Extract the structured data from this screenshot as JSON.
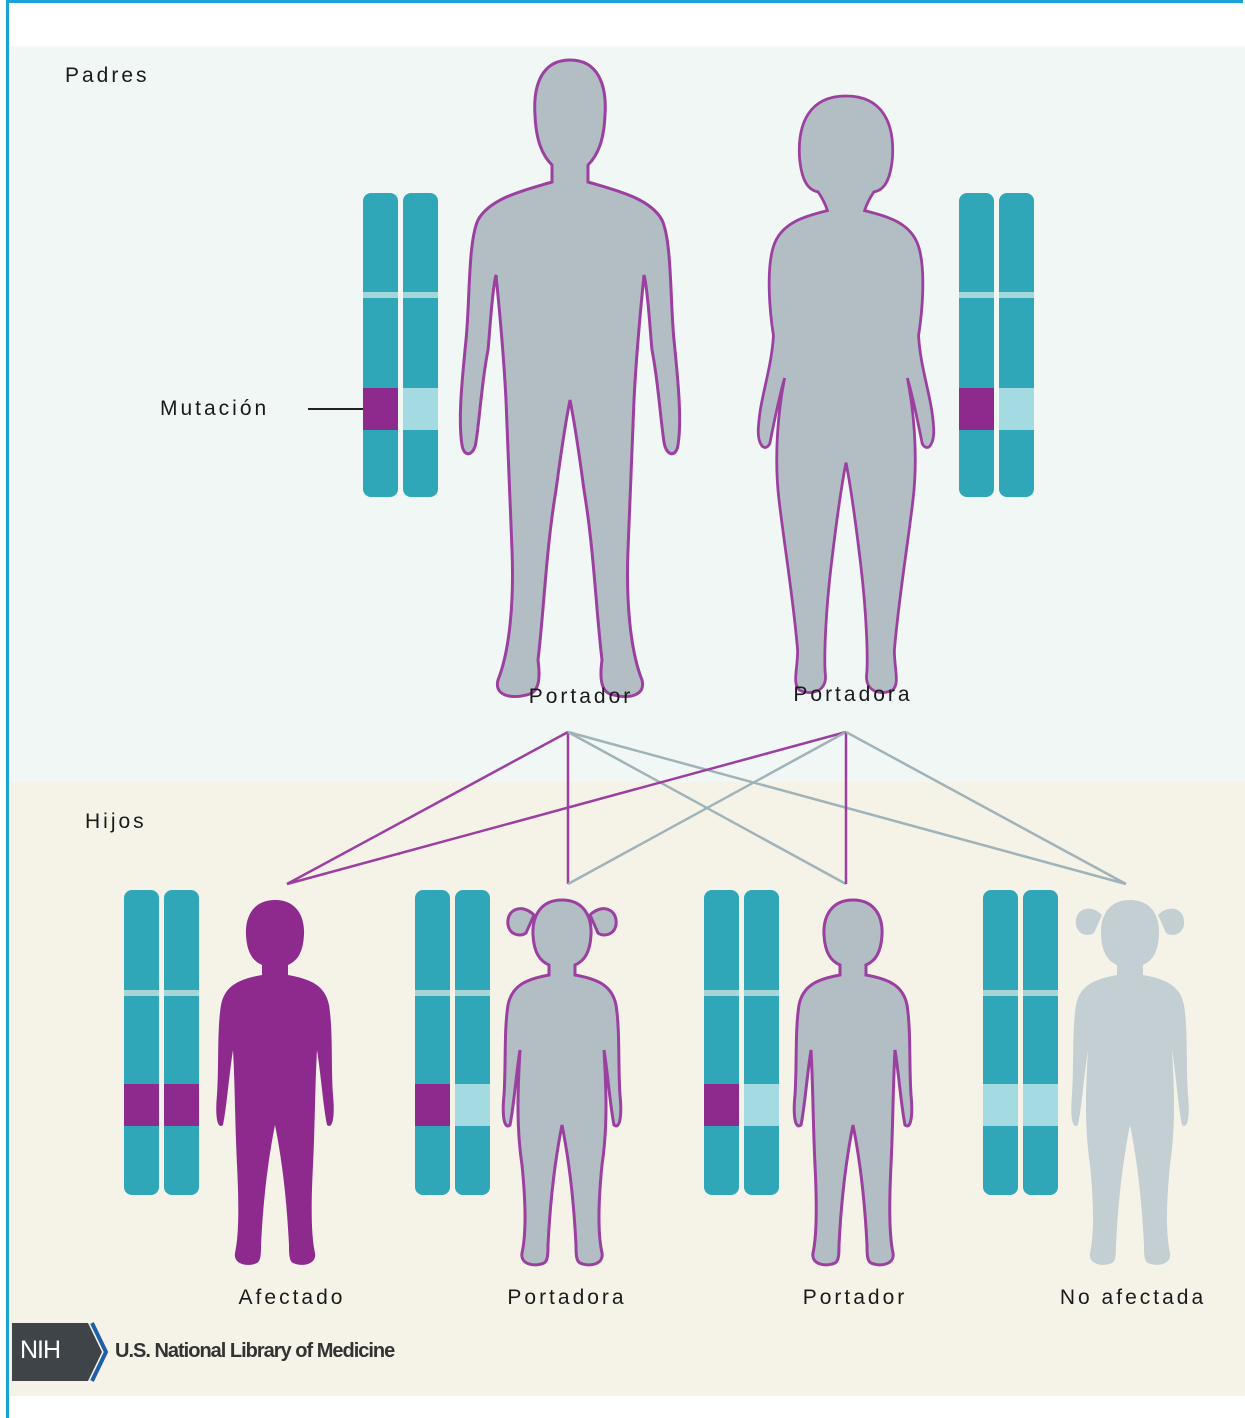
{
  "sections": {
    "parents": "Padres",
    "children": "Hijos"
  },
  "mutation_label": "Mutación",
  "parents": [
    {
      "label": "Portador"
    },
    {
      "label": "Portadora"
    }
  ],
  "children": [
    {
      "label": "Afectado"
    },
    {
      "label": "Portadora"
    },
    {
      "label": "Portador"
    },
    {
      "label": "No afectada"
    }
  ],
  "logo": {
    "badge": "NIH",
    "text": "U.S. National Library of Medicine"
  },
  "colors": {
    "chromosome": "#2fa7b8",
    "mutation": "#8e2a8e",
    "normal_band": "#a4dbe3",
    "silhouette": "#b2bec3",
    "outline": "#9b3fa0",
    "affected": "#8e2a8e",
    "unaffected": "#c3cfd3",
    "line_mutant": "#9b3fa0",
    "line_normal": "#9fb3b9"
  }
}
